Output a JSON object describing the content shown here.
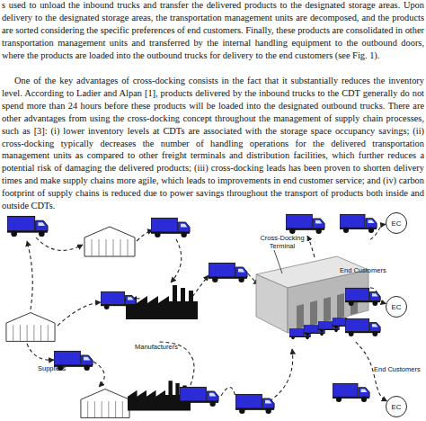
{
  "diagram": {
    "nodes": [
      {
        "text": [
          "Cross-Docking Terminal"
        ]
      },
      {
        "text": [
          "EC"
        ]
      },
      {
        "text": [
          "EC"
        ]
      },
      {
        "text": [
          "EC"
        ]
      }
    ],
    "edges": [
      {
        "from": 0,
        "to": 1,
        "arrow": "to"
      },
      {
        "from": 0,
        "to": 2,
        "arrow": "to"
      },
      {
        "from": 0,
        "to": 3,
        "arrow": "to"
      }
    ],
    "labels": [
      "s used to unload the inbound trucks and transfer the delivered products to the designated storage areas. Upon delivery to the designated storage areas, the transportation management units are decomposed, and the products are sorted considering the specific preferences of end customers. Finally, these products are consolidated in other transportation management units and transferred by the internal handling equipment to the outbound doors, where the products are loaded into the outbound trucks for delivery to the end customers (see Fig. 1).",
      "One of the key advantages of cross-docking consists in the fact that it substantially reduces the inventory level. According to Ladier and Alpan [1], products delivered by the inbound trucks to the CDT generally do not spend more than 24 hours before these products will be loaded into the designated outbound trucks. There are other advantages from using the cross-docking concept throughout the management of supply chain processes, such as [3]: (i) lower inventory levels at CDTs are associated with the storage space occupancy savings; (ii) cross-docking typically decreases the number of handling operations for the delivered transportation management units as compared to other freight terminals and distribution facilities, which further reduces a potential risk of damaging the delivered products; (iii) cross-docking leads has been proven to shorten delivery times and make supply chains more agile, which leads to improvements in end customer service; and (iv) carbon footprint of supply chains is reduced due to power savings throughout the transport of products both inside and outside CDTs.",
      "Suppliers",
      "Manufacturers",
      "End Customers",
      "End Customers"
    ]
  }
}
